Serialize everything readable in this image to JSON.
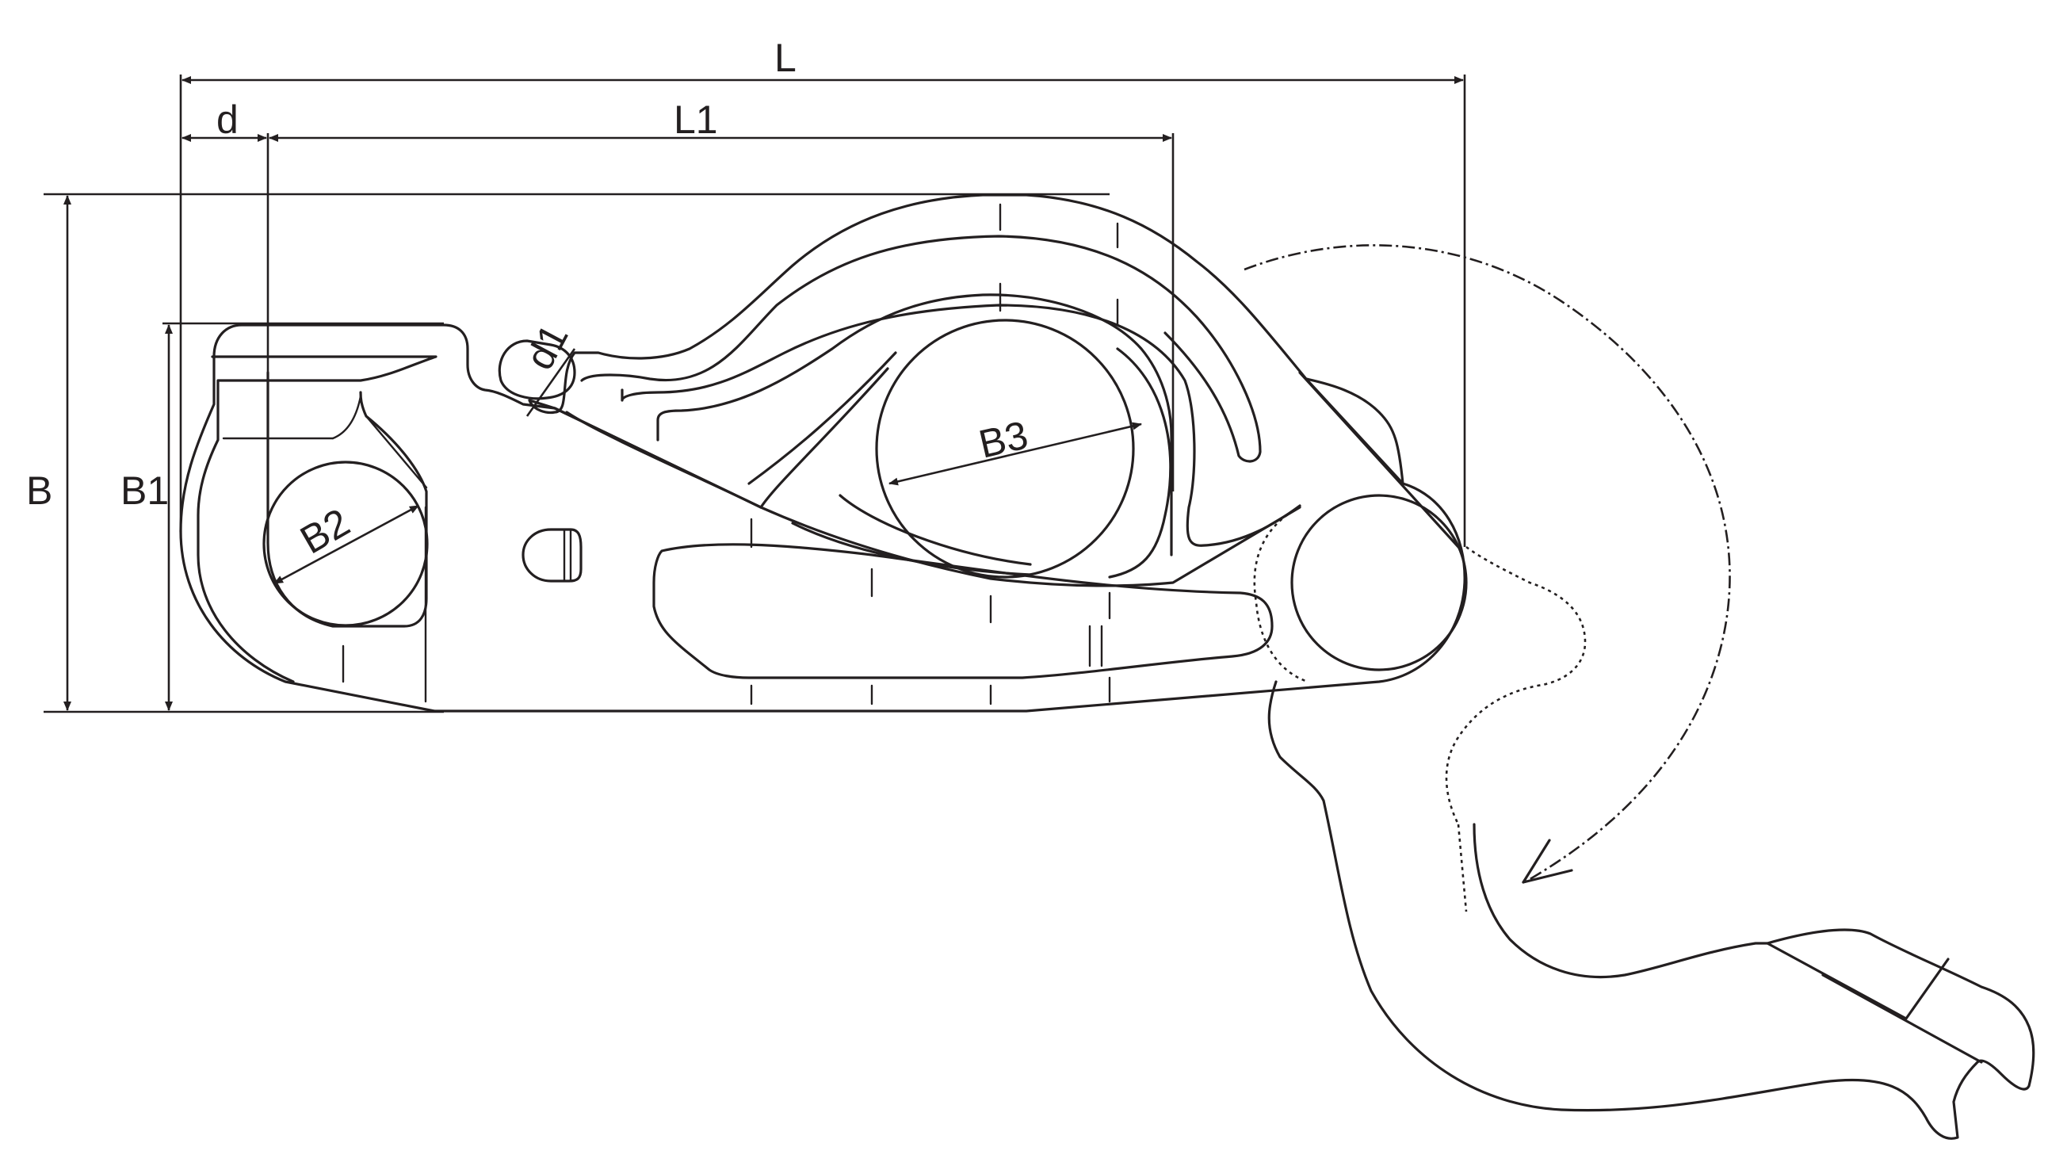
{
  "labels": {
    "L": "L",
    "L1": "L1",
    "d": "d",
    "d1": "d1",
    "B": "B",
    "B1": "B1",
    "B2": "B2",
    "B3": "B3"
  },
  "colors": {
    "line": "#231f20",
    "background": "#ffffff"
  }
}
